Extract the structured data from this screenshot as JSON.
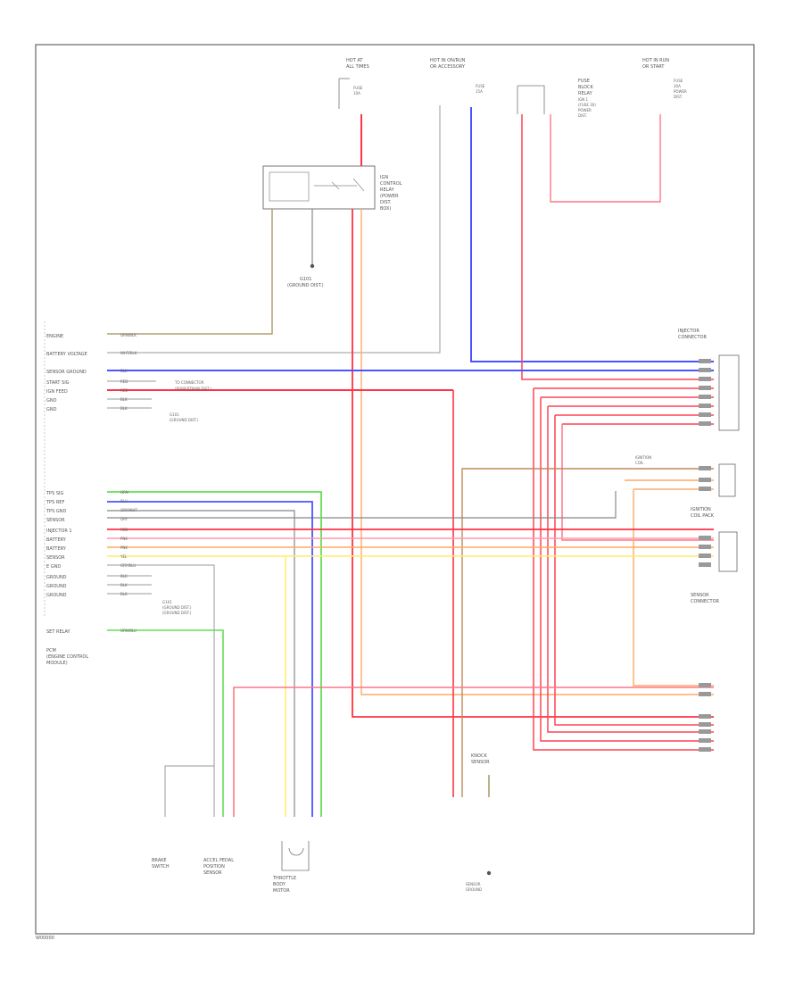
{
  "colors": {
    "frame": "#555555",
    "red": "#ff3344",
    "pink": "#ff9aa8",
    "blue": "#4a55ff",
    "orange": "#ffb070",
    "brown": "#c08a5a",
    "green": "#66dd55",
    "yellow": "#ffee66",
    "gray": "#8a8a8a",
    "olive": "#a8a070"
  },
  "top_blocks": [
    {
      "id": "t1",
      "lines": [
        "HOT AT",
        "ALL TIMES"
      ]
    },
    {
      "id": "t2",
      "lines": [
        "HOT IN ON/RUN",
        "OR ACCESSORY"
      ]
    },
    {
      "id": "t3",
      "lines": [
        "FUSE",
        "BLOCK",
        "RELAY"
      ]
    },
    {
      "id": "t4",
      "lines": [
        "HOT IN RUN",
        "OR START"
      ]
    }
  ],
  "relay_labels": [
    "IGN",
    "CONTROL",
    "RELAY",
    "(POWER",
    "DIST.",
    "BOX)"
  ],
  "ground_label": [
    "G101",
    "(GROUND DIST.)"
  ],
  "pcm_pins": [
    {
      "label": "ENGINE",
      "wire": "ORN/BLK"
    },
    {
      "label": "BATTERY VOLTAGE",
      "wire": "WHT/BLK"
    },
    {
      "label": "SENSOR GROUND",
      "wire": "BLU"
    },
    {
      "label": "START SIG",
      "wire": "RED"
    },
    {
      "label": "IGN FEED",
      "wire": "RED"
    },
    {
      "label": "GND",
      "wire": "BLK"
    },
    {
      "label": "GND",
      "wire": "BLK"
    },
    {
      "label": "TPS SIG",
      "wire": "GRN"
    },
    {
      "label": "TPS REF",
      "wire": "BLU"
    },
    {
      "label": "TPS GND",
      "wire": "GRY/WHT"
    },
    {
      "label": "SENSOR",
      "wire": "GRY"
    },
    {
      "label": "INJECTOR 1",
      "wire": "RED"
    },
    {
      "label": "BATTERY",
      "wire": "PNK"
    },
    {
      "label": "BATTERY",
      "wire": "PNK"
    },
    {
      "label": "SENSOR",
      "wire": "YEL"
    },
    {
      "label": "E GND",
      "wire": "GRY/BLU"
    },
    {
      "label": "GROUND",
      "wire": "BLK"
    },
    {
      "label": "GROUND",
      "wire": "BLK"
    },
    {
      "label": "GROUND",
      "wire": "BLK"
    },
    {
      "label": "SET RELAY",
      "wire": "GRN/BLU"
    }
  ],
  "pcm_note": [
    "PCM",
    "(ENGINE CONTROL",
    "MODULE)"
  ],
  "right_blocks": [
    {
      "id": "r1",
      "lines": [
        "INJECTOR",
        "CONNECTOR"
      ]
    },
    {
      "id": "r2",
      "lines": [
        "IGNITION",
        "COIL PACK"
      ]
    },
    {
      "id": "r3",
      "lines": [
        "SENSOR",
        "CONNECTOR"
      ]
    }
  ],
  "bottom_blocks": [
    {
      "id": "b1",
      "lines": [
        "BRAKE",
        "SWITCH"
      ]
    },
    {
      "id": "b2",
      "lines": [
        "ACCEL PEDAL",
        "POSITION",
        "SENSOR"
      ]
    },
    {
      "id": "b3",
      "lines": [
        "THROTTLE",
        "BODY",
        "MOTOR"
      ]
    },
    {
      "id": "b4",
      "lines": [
        "KNOCK",
        "SENSOR"
      ]
    }
  ],
  "footer": "W00000"
}
